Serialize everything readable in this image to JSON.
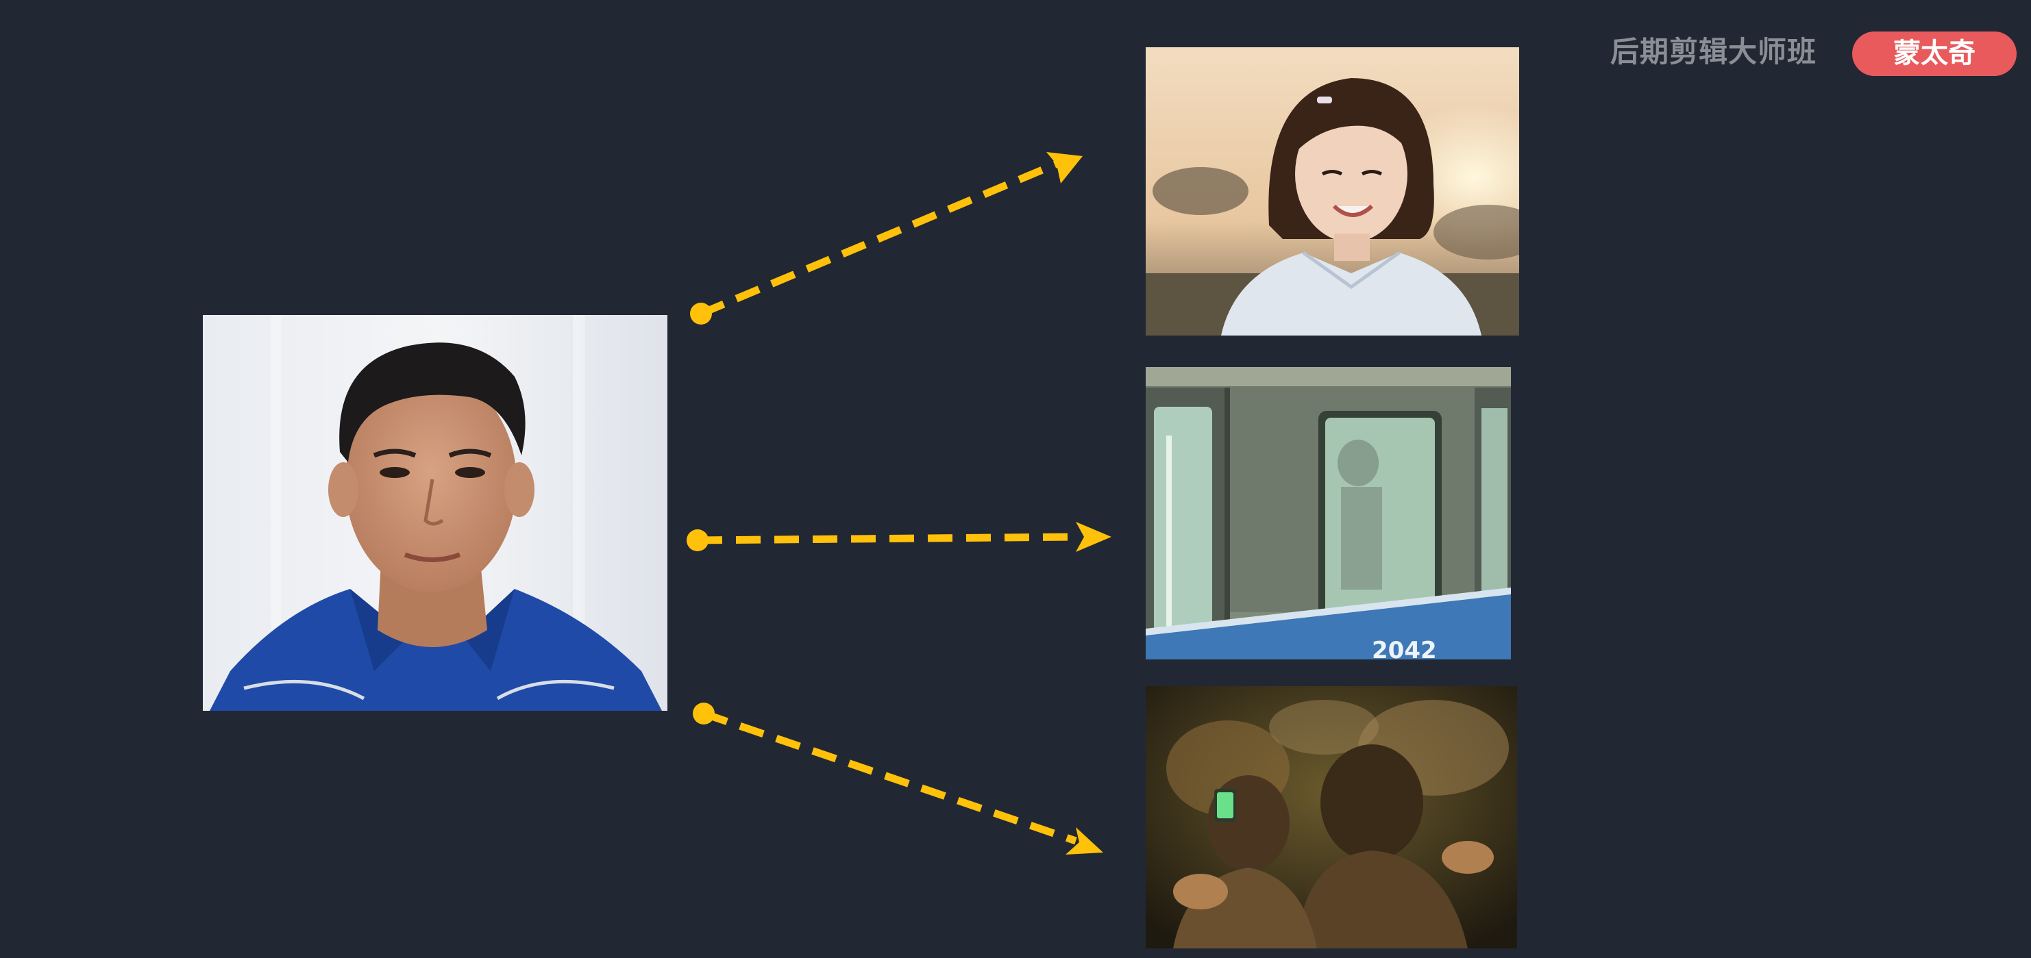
{
  "header": {
    "course_title": "后期剪辑大师班",
    "topic_badge": "蒙太奇"
  },
  "diagram": {
    "source": "portrait-man-blue-shirt",
    "targets": [
      "girl-at-sunset",
      "subway-train-window",
      "crowd-at-night"
    ],
    "arrow_color": "#ffc10a",
    "train_number_fragment": "2042"
  },
  "colors": {
    "background": "#212834",
    "badge": "#e85a5c",
    "brand_text": "#8a8f96"
  }
}
